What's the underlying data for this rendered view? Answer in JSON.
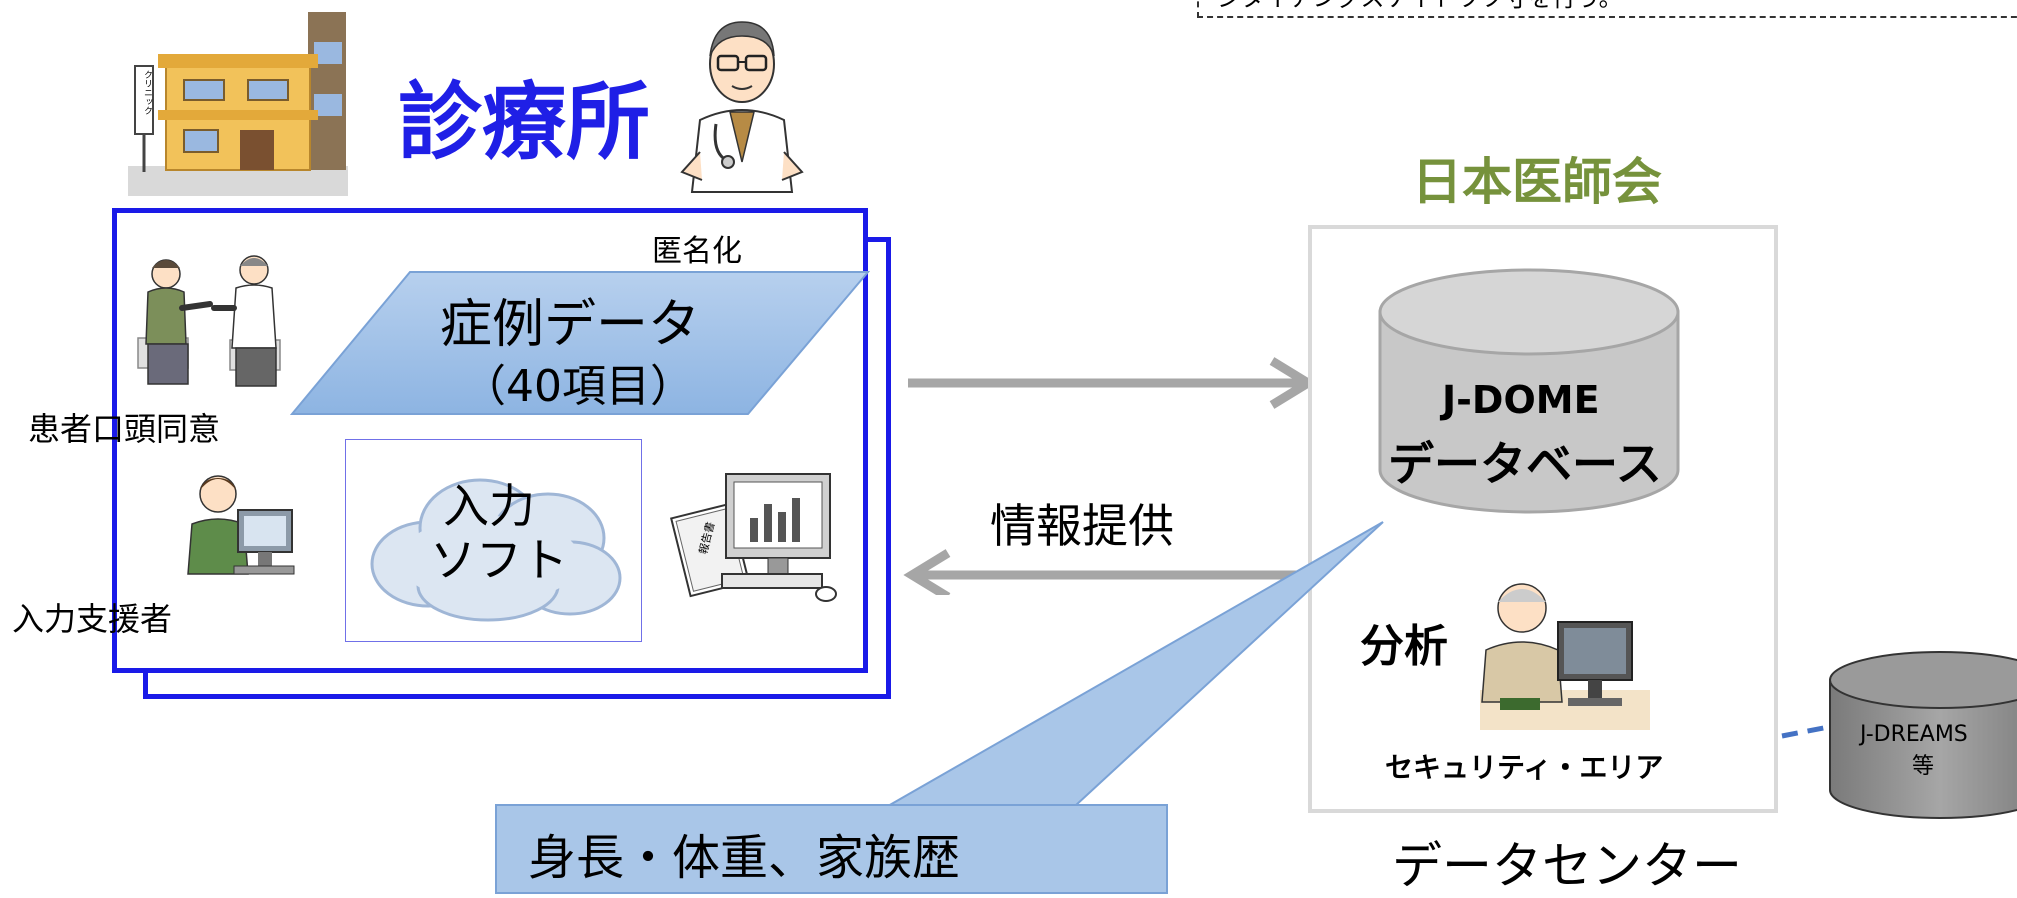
{
  "top_note": "ジタイチングスケイトワツ寸を行う。",
  "clinic": {
    "title": "診療所",
    "anonymize_label": "匿名化",
    "case_data": {
      "line1": "症例データ",
      "line2": "（40項目）"
    },
    "consent_label": "患者口頭同意",
    "input_software": {
      "line1": "入力",
      "line2": "ソフト"
    },
    "input_support_label": "入力支援者",
    "building_sign": "クリニック",
    "report_label": "報告書"
  },
  "jma": {
    "title": "日本医師会",
    "database": {
      "line1": "J-DOME",
      "line2": "データベース"
    },
    "analysis_label": "分析",
    "security_area_label": "セキュリティ・エリア",
    "data_center_label": "データセンター"
  },
  "info_provision_label": "情報提供",
  "callout_text": "身長・体重、家族歴",
  "external_db": {
    "line1": "J-DREAMS",
    "line2": "等"
  },
  "colors": {
    "clinic_title": "#1f1fe6",
    "clinic_frame": "#1a1ae8",
    "jma_title": "#76923c",
    "case_data_fill": "#8db4e2",
    "arrow": "#a6a6a6",
    "db_fill": "#c8c8c8",
    "ext_db_fill": "#8c8c8c",
    "dash_link": "#4472c4"
  }
}
